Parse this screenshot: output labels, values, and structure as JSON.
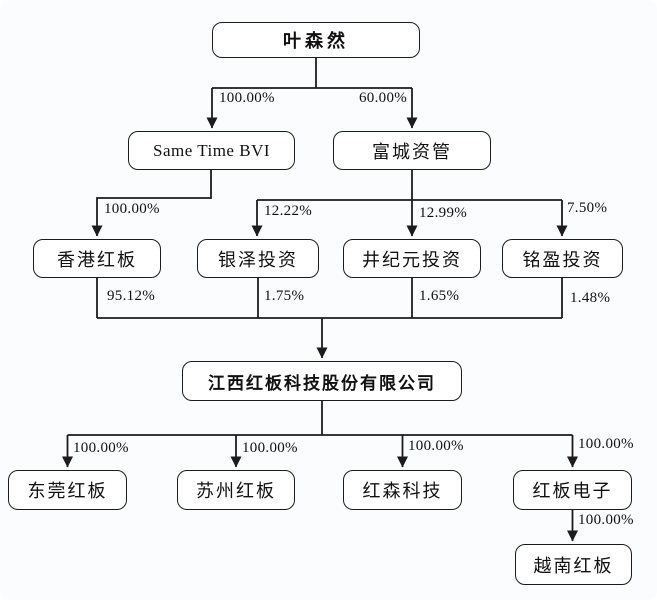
{
  "diagram": {
    "title": "equity-ownership-structure",
    "colors": {
      "background": "#fbfcfe",
      "box_fill": "#ffffff",
      "box_border": "#1c1c1c",
      "line": "#1c1c1c",
      "text": "#111111"
    },
    "nodes": [
      {
        "id": "ye-senran",
        "label": "叶森然"
      },
      {
        "id": "same-time-bvi",
        "label": "Same Time BVI"
      },
      {
        "id": "fucheng-ziguan",
        "label": "富城资管"
      },
      {
        "id": "hongkong-hongban",
        "label": "香港红板"
      },
      {
        "id": "yinze-touzi",
        "label": "银泽投资"
      },
      {
        "id": "jingjiyuan-touzi",
        "label": "井纪元投资"
      },
      {
        "id": "mingying-touzi",
        "label": "铭盈投资"
      },
      {
        "id": "jiangxi-hongban",
        "label": "江西红板科技股份有限公司"
      },
      {
        "id": "dongguan-hongban",
        "label": "东莞红板"
      },
      {
        "id": "suzhou-hongban",
        "label": "苏州红板"
      },
      {
        "id": "hongsen-keji",
        "label": "红森科技"
      },
      {
        "id": "hongban-dianzi",
        "label": "红板电子"
      },
      {
        "id": "yuenan-hongban",
        "label": "越南红板"
      }
    ],
    "ownership_labels": [
      {
        "id": "ye-to-bvi",
        "from": "叶森然",
        "to": "Same Time BVI",
        "value": "100.00%"
      },
      {
        "id": "ye-to-fucheng",
        "from": "叶森然",
        "to": "富城资管",
        "value": "60.00%"
      },
      {
        "id": "bvi-to-hk",
        "from": "Same Time BVI",
        "to": "香港红板",
        "value": "100.00%"
      },
      {
        "id": "fucheng-to-yinze",
        "from": "富城资管",
        "to": "银泽投资",
        "value": "12.22%"
      },
      {
        "id": "fucheng-to-jingjiyuan",
        "from": "富城资管",
        "to": "井纪元投资",
        "value": "12.99%"
      },
      {
        "id": "fucheng-to-mingying",
        "from": "富城资管",
        "to": "铭盈投资",
        "value": "7.50%"
      },
      {
        "id": "hk-to-jiangxi",
        "from": "香港红板",
        "to": "江西红板科技股份有限公司",
        "value": "95.12%"
      },
      {
        "id": "yinze-to-jiangxi",
        "from": "银泽投资",
        "to": "江西红板科技股份有限公司",
        "value": "1.75%"
      },
      {
        "id": "jingjiyuan-to-jiangxi",
        "from": "井纪元投资",
        "to": "江西红板科技股份有限公司",
        "value": "1.65%"
      },
      {
        "id": "mingying-to-jiangxi",
        "from": "铭盈投资",
        "to": "江西红板科技股份有限公司",
        "value": "1.48%"
      },
      {
        "id": "jiangxi-to-dongguan",
        "from": "江西红板科技股份有限公司",
        "to": "东莞红板",
        "value": "100.00%"
      },
      {
        "id": "jiangxi-to-suzhou",
        "from": "江西红板科技股份有限公司",
        "to": "苏州红板",
        "value": "100.00%"
      },
      {
        "id": "jiangxi-to-hongsen",
        "from": "江西红板科技股份有限公司",
        "to": "红森科技",
        "value": "100.00%"
      },
      {
        "id": "jiangxi-to-dianzi",
        "from": "江西红板科技股份有限公司",
        "to": "红板电子",
        "value": "100.00%"
      },
      {
        "id": "dianzi-to-yuenan",
        "from": "红板电子",
        "to": "越南红板",
        "value": "100.00%"
      }
    ]
  }
}
